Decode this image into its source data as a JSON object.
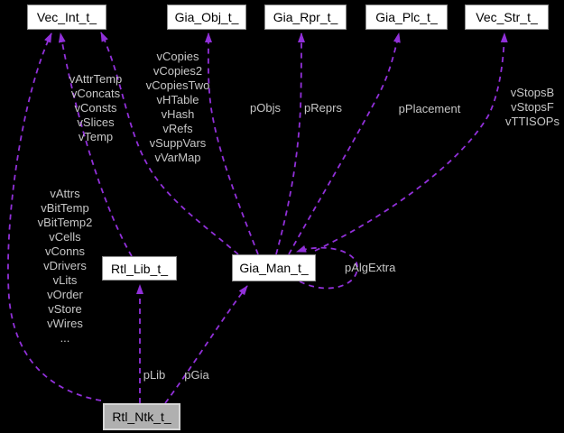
{
  "diagram": {
    "kind": "collaboration-graph",
    "colors": {
      "background": "#000000",
      "edge": "#9130d9",
      "edge_label": "#c6c6c6",
      "node_fill": "#ffffff",
      "node_border": "#8e8e8e",
      "highlight_node_fill": "#b0b0b0",
      "highlight_node_border": "#d6d6d6",
      "node_text": "#000000"
    },
    "nodes": {
      "vec_int": {
        "label": "Vec_Int_t_"
      },
      "gia_obj": {
        "label": "Gia_Obj_t_"
      },
      "gia_rpr": {
        "label": "Gia_Rpr_t_"
      },
      "gia_plc": {
        "label": "Gia_Plc_t_"
      },
      "vec_str": {
        "label": "Vec_Str_t_"
      },
      "rtl_lib": {
        "label": "Rtl_Lib_t_"
      },
      "gia_man": {
        "label": "Gia_Man_t_"
      },
      "rtl_ntk": {
        "label": "Rtl_Ntk_t_",
        "highlighted": true
      }
    },
    "edge_labels": {
      "rtl_lib_to_vec_int": {
        "lines": [
          "vAttrTemp",
          "vConcats",
          "vConsts",
          "vSlices",
          "vTemp"
        ]
      },
      "gia_man_to_vec_int": {
        "lines": [
          "vCopies",
          "vCopies2",
          "vCopiesTwo",
          "vHTable",
          "vHash",
          "vRefs",
          "vSuppVars",
          "vVarMap"
        ]
      },
      "gia_man_to_gia_obj": "pObjs",
      "gia_man_to_gia_rpr": "pReprs",
      "gia_man_to_gia_plc": "pPlacement",
      "gia_man_to_vec_str": {
        "lines": [
          "vStopsB",
          "vStopsF",
          "vTTISOPs"
        ]
      },
      "rtl_ntk_to_vec_int": {
        "lines": [
          "vAttrs",
          "vBitTemp",
          "vBitTemp2",
          "vCells",
          "vConns",
          "vDrivers",
          "vLits",
          "vOrder",
          "vStore",
          "vWires",
          "..."
        ]
      },
      "gia_man_self": "pAlgExtra",
      "rtl_ntk_to_rtl_lib": "pLib",
      "rtl_ntk_to_gia_man": "pGia"
    }
  }
}
